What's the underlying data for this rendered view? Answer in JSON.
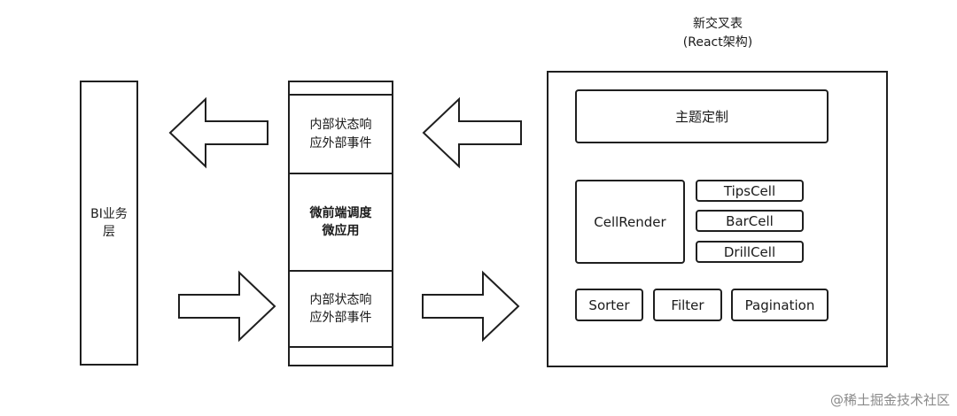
{
  "bi_layer": {
    "label_line1": "BI业务",
    "label_line2": "层"
  },
  "middle_column": {
    "top_block": {
      "line1": "内部状态响",
      "line2": "应外部事件"
    },
    "middle_block": {
      "line1": "微前端调度",
      "line2": "微应用"
    },
    "bottom_block": {
      "line1": "内部状态响",
      "line2": "应外部事件"
    }
  },
  "new_table": {
    "title_line1": "新交叉表",
    "title_line2": "(React架构)",
    "theme": "主题定制",
    "cell_render": "CellRender",
    "cells": [
      "TipsCell",
      "BarCell",
      "DrillCell"
    ],
    "controls": [
      "Sorter",
      "Filter",
      "Pagination"
    ]
  },
  "watermark": "@稀土掘金技术社区"
}
